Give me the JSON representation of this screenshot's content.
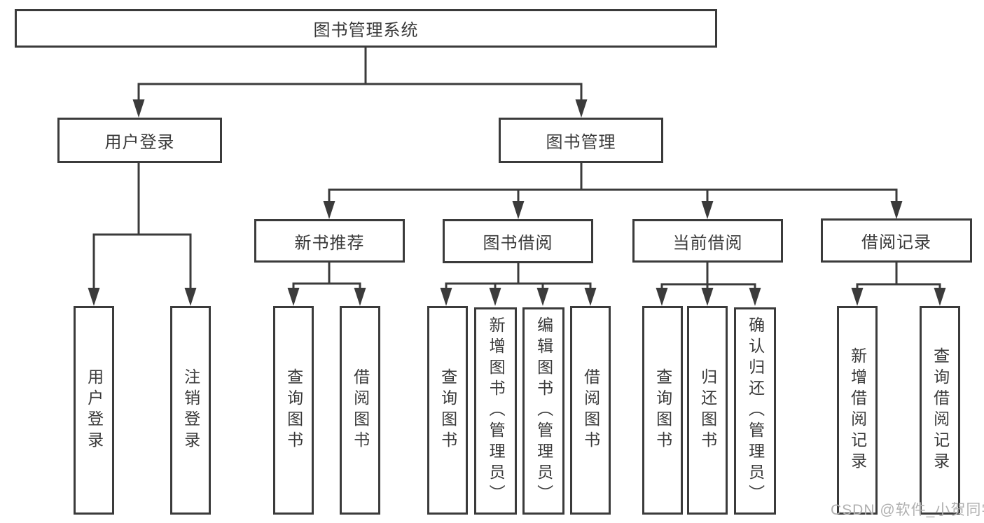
{
  "diagram": {
    "watermark": "CSDN @软件_小贺同学",
    "colors": {
      "line": "#3b3b3b",
      "box_border": "#3b3b3b",
      "box_fill": "#ffffff",
      "text": "#3a3a3a",
      "watermark": "#b0b0b0",
      "background": "#ffffff"
    },
    "root": {
      "label": "图书管理系统"
    },
    "level2": [
      {
        "label": "用户登录"
      },
      {
        "label": "图书管理"
      }
    ],
    "level3": [
      {
        "label": "新书推荐",
        "parent": "图书管理"
      },
      {
        "label": "图书借阅",
        "parent": "图书管理"
      },
      {
        "label": "当前借阅",
        "parent": "图书管理"
      },
      {
        "label": "借阅记录",
        "parent": "图书管理"
      }
    ],
    "leaves": [
      {
        "label": "用户登录",
        "parent": "用户登录"
      },
      {
        "label": "注销登录",
        "parent": "用户登录"
      },
      {
        "label": "查询图书",
        "parent": "新书推荐"
      },
      {
        "label": "借阅图书",
        "parent": "新书推荐"
      },
      {
        "label": "查询图书",
        "parent": "图书借阅"
      },
      {
        "label": "新增图书（管理员）",
        "parent": "图书借阅"
      },
      {
        "label": "编辑图书（管理员）",
        "parent": "图书借阅"
      },
      {
        "label": "借阅图书",
        "parent": "图书借阅"
      },
      {
        "label": "查询图书",
        "parent": "当前借阅"
      },
      {
        "label": "归还图书",
        "parent": "当前借阅"
      },
      {
        "label": "确认归还（管理员）",
        "parent": "当前借阅"
      },
      {
        "label": "新增借阅记录",
        "parent": "借阅记录"
      },
      {
        "label": "查询借阅记录",
        "parent": "借阅记录"
      }
    ]
  }
}
